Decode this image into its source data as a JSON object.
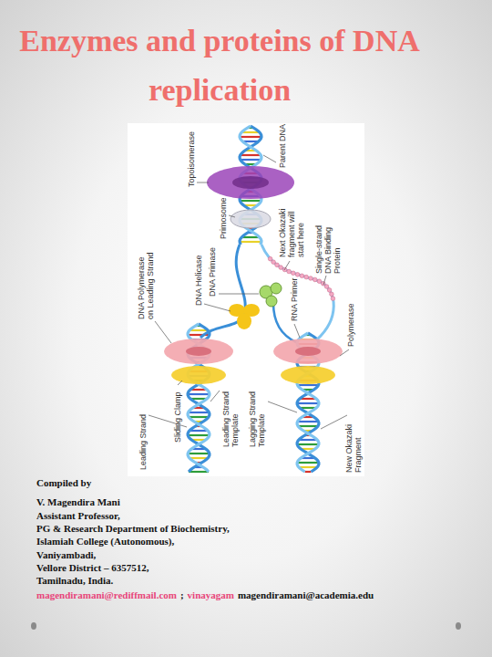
{
  "diagram": {
    "title": "Enzymes and proteins of DNA replication",
    "labels": [
      "Topoisomerase",
      "Parent DNA",
      "Primosome",
      "DNA Helicase",
      "DNA Primase",
      "Next Okazaki fragment will start here",
      "Single-strand DNA Binding Protein",
      "DNA Polymerase on Leading Strand",
      "RNA Primer",
      "Polymerase",
      "Sliding Clamp",
      "Leading Strand Template",
      "Lagging Strand Template",
      "Leading Strand",
      "New Okazaki Fragment",
      "Compiled by",
      "V. Magendira Mani",
      "Assistant Professor,",
      "PG & Research Department of Biochemistry,",
      "Islamiah College (Autonomous),",
      "Vaniyambadi,",
      "Vellore District – 6357512,",
      "Tamilnadu, India.",
      "magendiramani@rediffmail.com",
      ";",
      "vinayagam",
      "magendiramani@academia.edu"
    ]
  }
}
